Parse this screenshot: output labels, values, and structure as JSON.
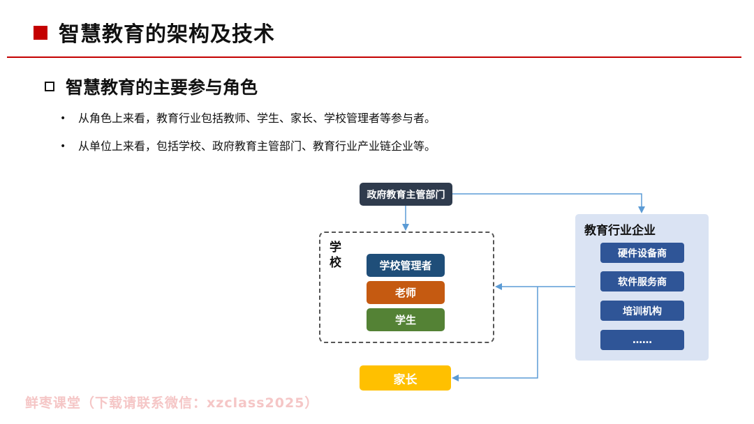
{
  "header": {
    "title": "智慧教育的架构及技术"
  },
  "section": {
    "title": "智慧教育的主要参与角色"
  },
  "bullets": [
    "从角色上来看，教育行业包括教师、学生、家长、学校管理者等参与者。",
    "从单位上来看，包括学校、政府教育主管部门、教育行业产业链企业等。"
  ],
  "diagram": {
    "government": "政府教育主管部门",
    "school": {
      "label": "学校",
      "roles": [
        "学校管理者",
        "老师",
        "学生"
      ]
    },
    "industry": {
      "title": "教育行业企业",
      "items": [
        "硬件设备商",
        "软件服务商",
        "培训机构",
        "……"
      ]
    },
    "parent": "家长"
  },
  "colors": {
    "accent": "#c40000",
    "gov": "#2f3b4d",
    "school_admin": "#1f4e79",
    "teacher": "#c55a11",
    "student": "#548235",
    "industry_panel": "#dae3f3",
    "industry_item": "#2f5597",
    "parent": "#ffc000",
    "connector": "#5b9bd5"
  },
  "watermark": "鲜枣课堂（下载请联系微信：xzclass2025）"
}
